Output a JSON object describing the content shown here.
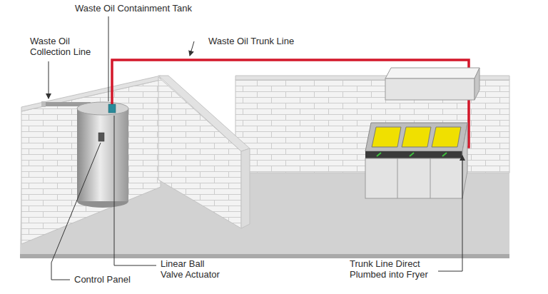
{
  "diagram": {
    "labels": [
      "Waste Oil Containment Tank",
      "Waste Oil Collection Line",
      "Waste Oil Trunk Line",
      "Linear Ball Valve Actuator",
      "Control Panel",
      "Trunk Line Direct Plumbed into Fryer"
    ]
  }
}
